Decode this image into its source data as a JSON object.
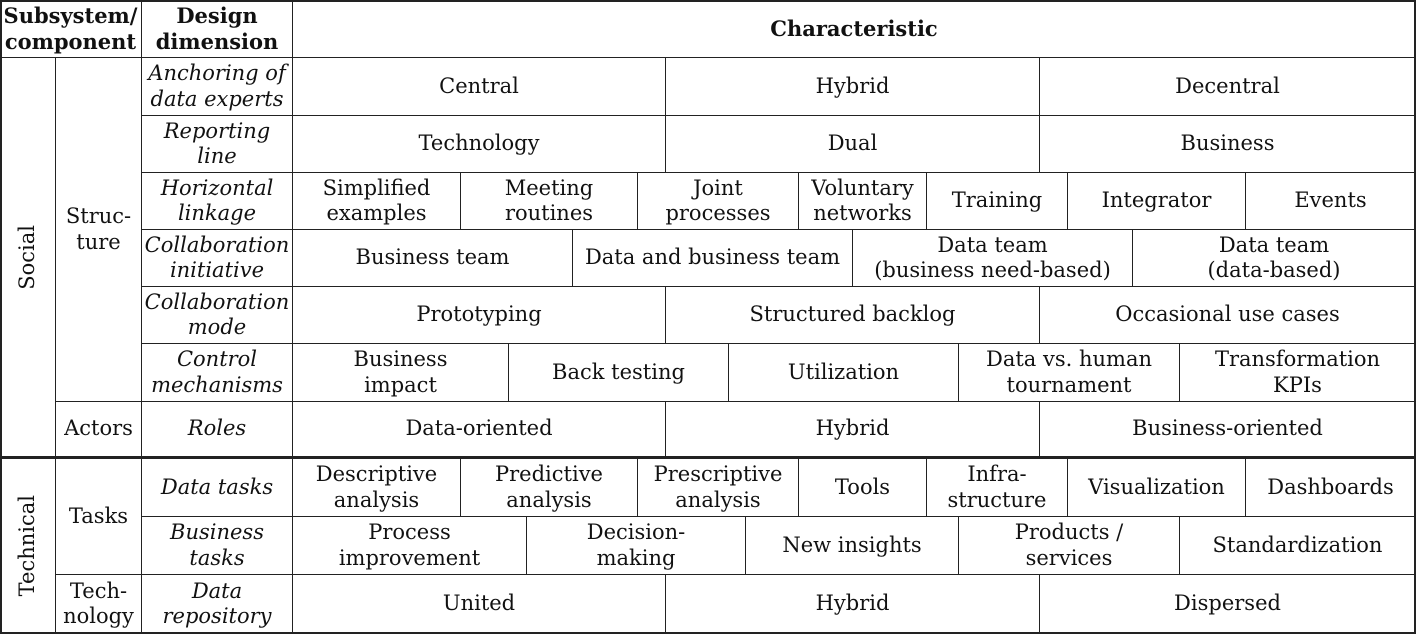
{
  "header": {
    "subsystem": "Subsystem/\ncomponent",
    "dimension": "Design\ndimension",
    "characteristic": "Characteristic"
  },
  "subsystems": {
    "social": "Social",
    "technical": "Technical"
  },
  "components": {
    "structure": "Struc-\nture",
    "actors": "Actors",
    "tasks": "Tasks",
    "technology": "Tech-\nnology"
  },
  "rows": [
    {
      "dimension": "Anchoring of\ndata experts",
      "cells": [
        "Central",
        "Hybrid",
        "Decentral"
      ]
    },
    {
      "dimension": "Reporting\nline",
      "cells": [
        "Technology",
        "Dual",
        "Business"
      ]
    },
    {
      "dimension": "Horizontal\nlinkage",
      "cells": [
        "Simplified\nexamples",
        "Meeting\nroutines",
        "Joint\nprocesses",
        "Voluntary\nnetworks",
        "Training",
        "Integrator",
        "Events"
      ]
    },
    {
      "dimension": "Collaboration\ninitiative",
      "cells": [
        "Business team",
        "Data and business team",
        "Data team\n(business need-based)",
        "Data team\n(data-based)"
      ]
    },
    {
      "dimension": "Collaboration\nmode",
      "cells": [
        "Prototyping",
        "Structured backlog",
        "Occasional use cases"
      ]
    },
    {
      "dimension": "Control\nmechanisms",
      "cells": [
        "Business\nimpact",
        "Back testing",
        "Utilization",
        "Data vs. human\ntournament",
        "Transformation\nKPIs"
      ]
    },
    {
      "dimension": "Roles",
      "cells": [
        "Data-oriented",
        "Hybrid",
        "Business-oriented"
      ]
    },
    {
      "dimension": "Data tasks",
      "cells": [
        "Descriptive\nanalysis",
        "Predictive\nanalysis",
        "Prescriptive\nanalysis",
        "Tools",
        "Infra-\nstructure",
        "Visualization",
        "Dashboards"
      ]
    },
    {
      "dimension": "Business\ntasks",
      "cells": [
        "Process\nimprovement",
        "Decision-\nmaking",
        "New insights",
        "Products /\nservices",
        "Standardization"
      ]
    },
    {
      "dimension": "Data\nrepository",
      "cells": [
        "United",
        "Hybrid",
        "Dispersed"
      ]
    }
  ]
}
